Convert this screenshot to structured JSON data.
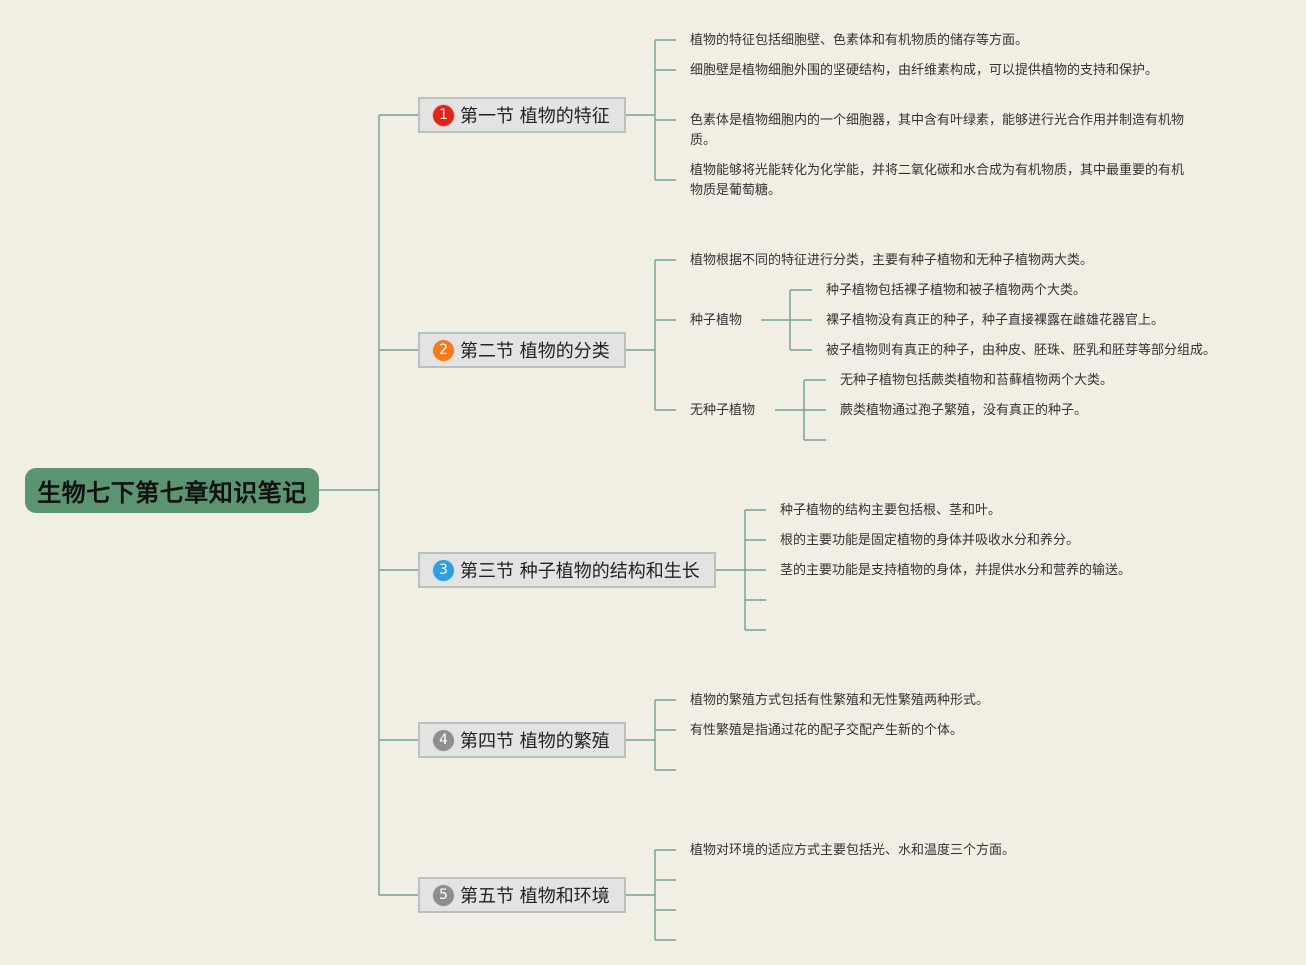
{
  "root": {
    "title": "生物七下第七章知识笔记"
  },
  "colors": {
    "root_bg": "#5a9470",
    "line": "#6fa391",
    "badge1": "#e0241b",
    "badge2": "#ef7b23",
    "badge3": "#2f9fe0",
    "badge4": "#8e8e8e",
    "badge5": "#8e8e8e"
  },
  "sections": [
    {
      "number": "1",
      "title": "第一节 植物的特征",
      "items": [
        "植物的特征包括细胞壁、色素体和有机物质的储存等方面。",
        "细胞壁是植物细胞外围的坚硬结构，由纤维素构成，可以提供植物的支持和保护。",
        "色素体是植物细胞内的一个细胞器，其中含有叶绿素，能够进行光合作用并制造有机物质。",
        "植物能够将光能转化为化学能，并将二氧化碳和水合成为有机物质，其中最重要的有机物质是葡萄糖。"
      ]
    },
    {
      "number": "2",
      "title": "第二节 植物的分类",
      "intro": "植物根据不同的特征进行分类，主要有种子植物和无种子植物两大类。",
      "groups": [
        {
          "label": "种子植物",
          "items": [
            "种子植物包括裸子植物和被子植物两个大类。",
            "裸子植物没有真正的种子，种子直接裸露在雌雄花器官上。",
            "被子植物则有真正的种子，由种皮、胚珠、胚乳和胚芽等部分组成。"
          ]
        },
        {
          "label": "无种子植物",
          "items": [
            "无种子植物包括蕨类植物和苔藓植物两个大类。",
            "蕨类植物通过孢子繁殖，没有真正的种子。"
          ]
        }
      ]
    },
    {
      "number": "3",
      "title": "第三节 种子植物的结构和生长",
      "items": [
        "种子植物的结构主要包括根、茎和叶。",
        "根的主要功能是固定植物的身体并吸收水分和养分。",
        "茎的主要功能是支持植物的身体，并提供水分和营养的输送。"
      ]
    },
    {
      "number": "4",
      "title": "第四节 植物的繁殖",
      "items": [
        "植物的繁殖方式包括有性繁殖和无性繁殖两种形式。",
        "有性繁殖是指通过花的配子交配产生新的个体。"
      ]
    },
    {
      "number": "5",
      "title": "第五节 植物和环境",
      "items": [
        "植物对环境的适应方式主要包括光、水和温度三个方面。"
      ]
    }
  ]
}
